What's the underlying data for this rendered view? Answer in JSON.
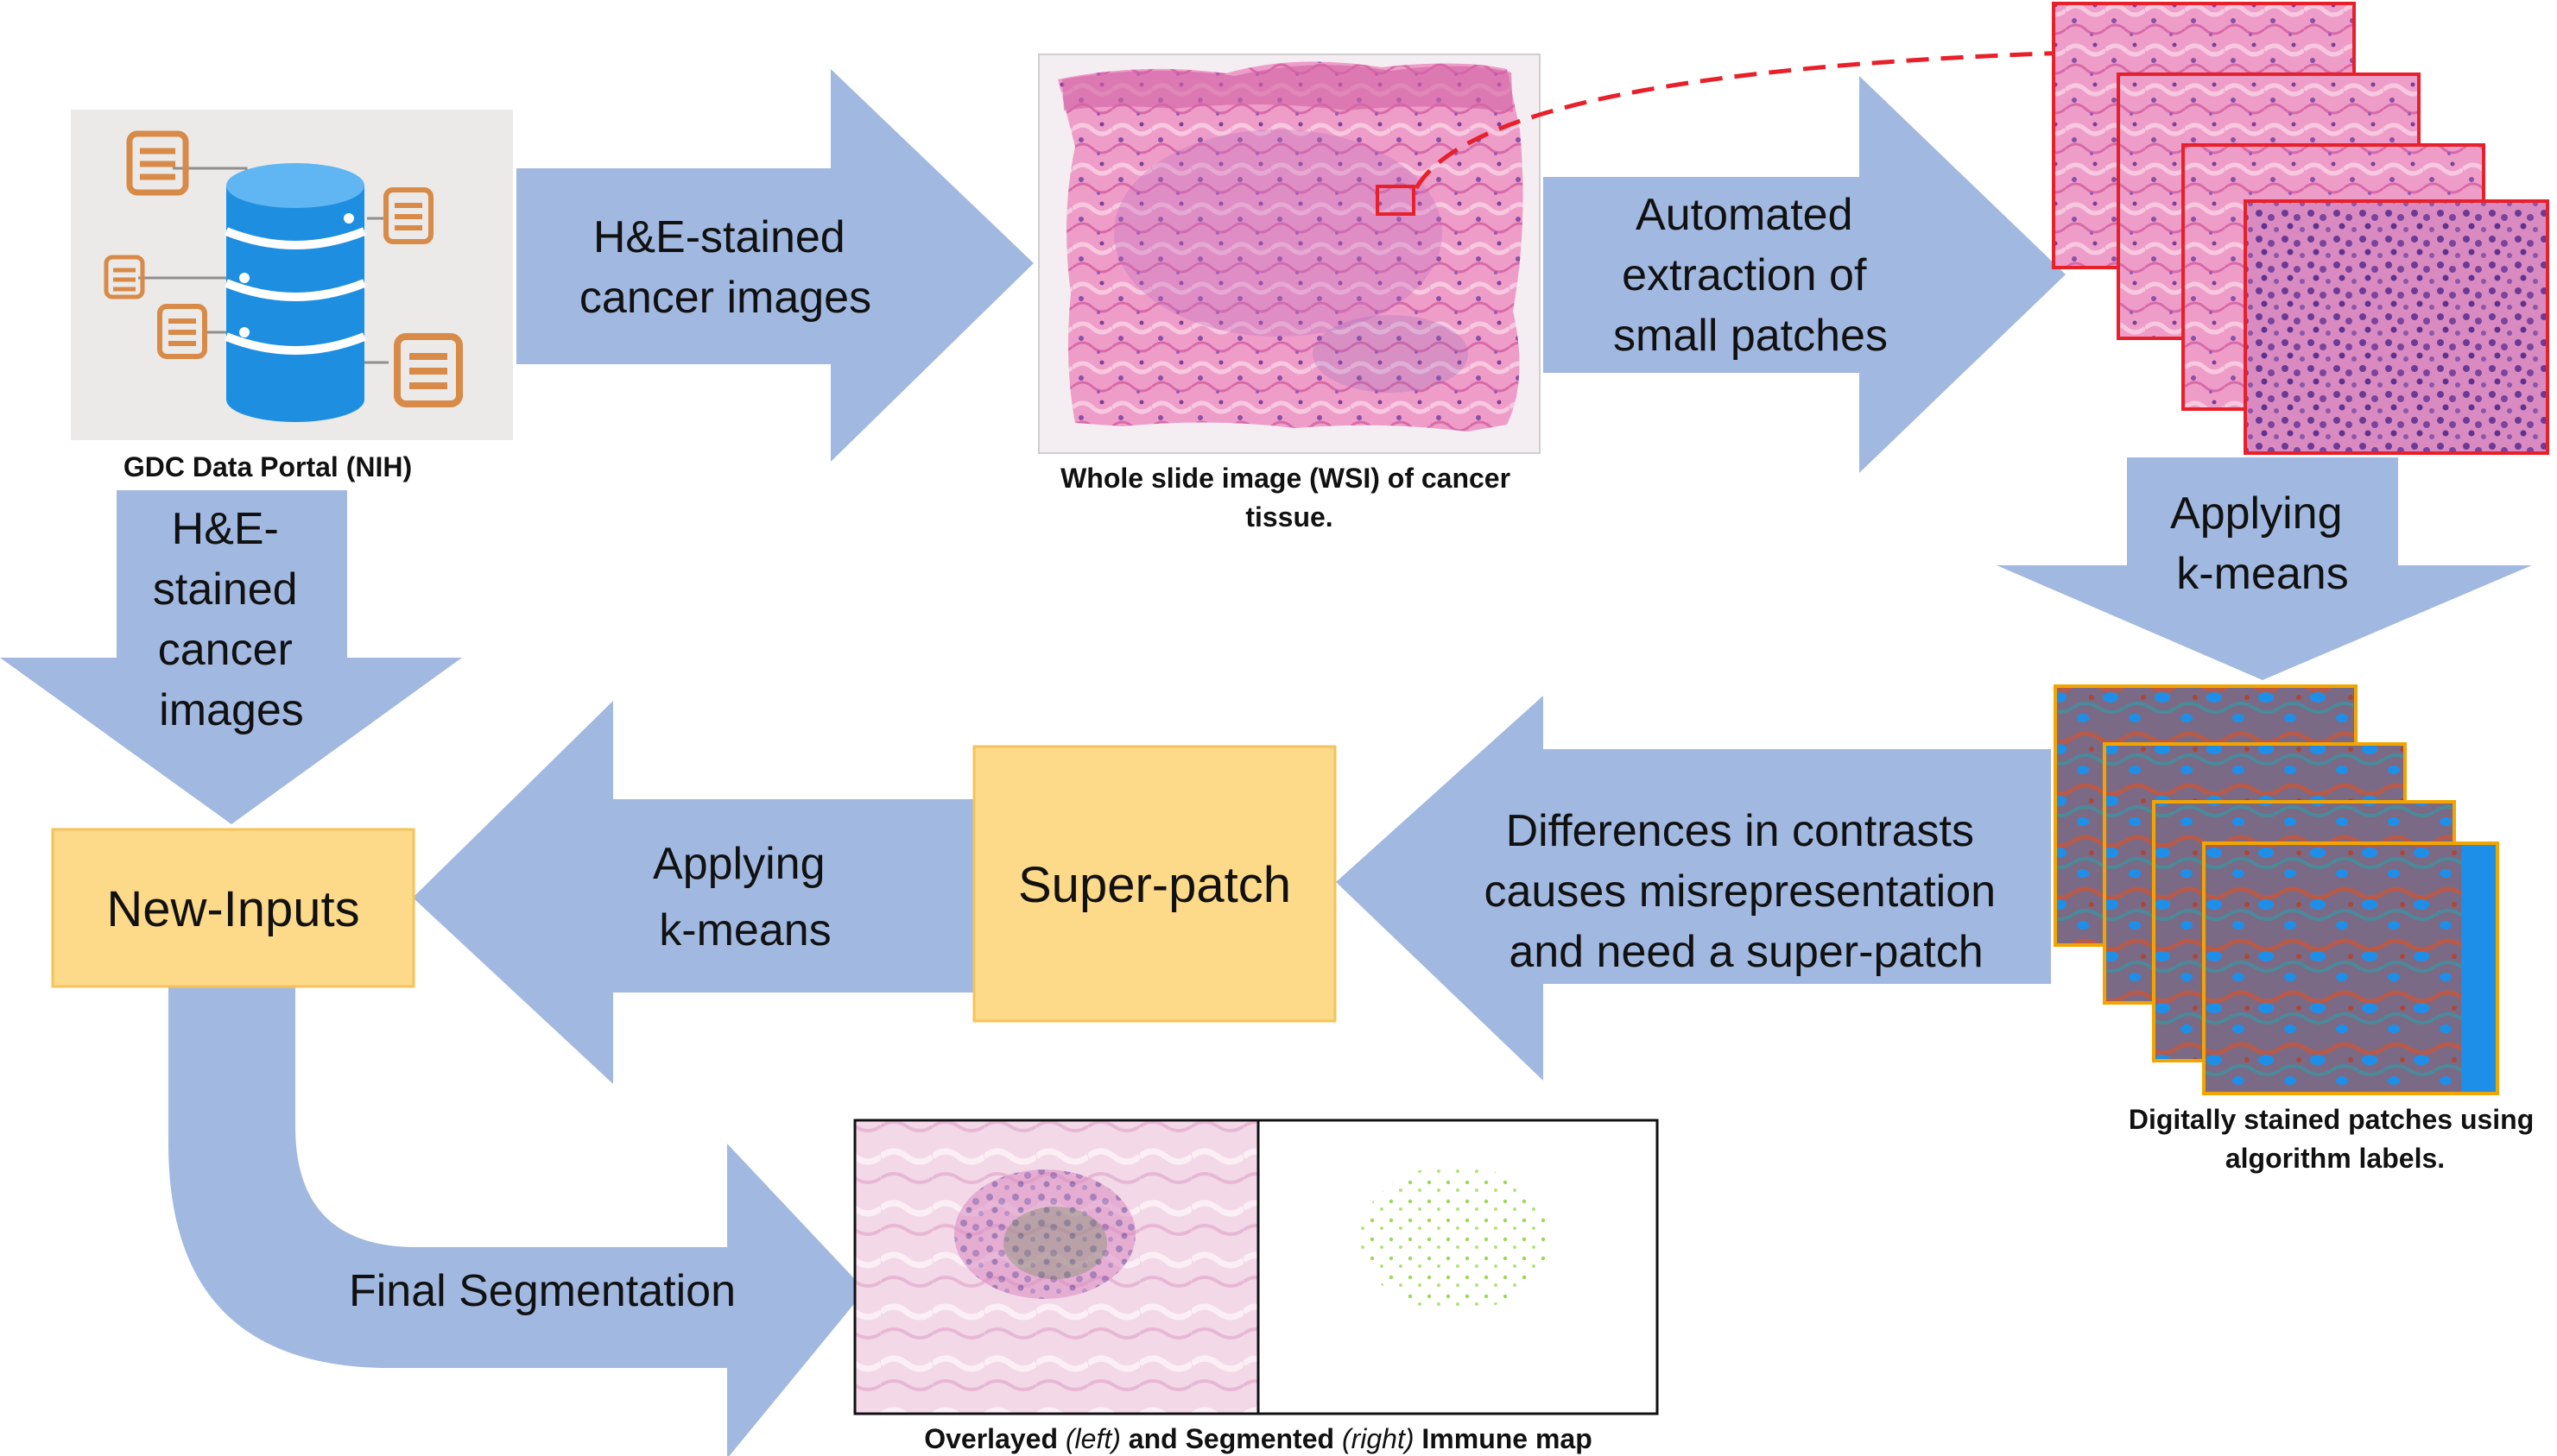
{
  "sources": {
    "gdc_caption": "GDC Data Portal (NIH)",
    "wsi_caption_line1": "Whole slide image (WSI) of cancer",
    "wsi_caption_line2": "tissue.",
    "stained_caption_line1": "Digitally stained patches using",
    "stained_caption_line2": "algorithm labels."
  },
  "arrows": {
    "he_right": [
      "H&E-stained",
      "cancer images"
    ],
    "extraction": [
      "Automated",
      "extraction of",
      "small patches"
    ],
    "kmeans_down": [
      "Applying",
      "k-means"
    ],
    "differences": [
      "Differences in contrasts",
      "causes misrepresentation",
      "and need a super-patch"
    ],
    "kmeans_left": [
      "Applying",
      "k-means"
    ],
    "he_down": [
      "H&E-",
      "stained",
      "cancer",
      "images"
    ],
    "final": "Final Segmentation"
  },
  "boxes": {
    "new_inputs": "New-Inputs",
    "super_patch": "Super-patch"
  },
  "result_caption": {
    "part1": "Overlayed ",
    "part2": "(left)",
    "part3": " and Segmented ",
    "part4": "(right)",
    "part5": " Immune map"
  },
  "colors": {
    "arrow": "#a1b8e0",
    "box_fill": "#fdd98a",
    "box_stroke": "#f5c35a",
    "patch_border": "#e8202a",
    "stained_border": "#f2a500",
    "dashed_arrow": "#e8202a",
    "tissue_pink": "#e98cc0",
    "stained_blue": "#1e8fe8",
    "db_blue": "#1e8fe0",
    "doc_orange": "#d88a48"
  },
  "icons": {
    "database": "database-icon",
    "document": "document-icon"
  }
}
